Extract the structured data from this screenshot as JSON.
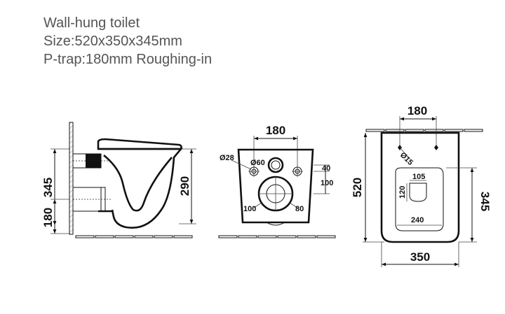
{
  "header": {
    "title": "Wall-hung toilet",
    "size": "Size:520x350x345mm",
    "ptrap": "P-trap:180mm Roughing-in"
  },
  "side_view": {
    "dim_345": "345",
    "dim_180": "180",
    "dim_290": "290"
  },
  "rear_view": {
    "dim_180": "180",
    "dim_d28": "Ø28",
    "dim_d60": "Ø60",
    "dim_40": "40",
    "dim_100_right": "100",
    "dim_100_left": "100",
    "dim_80": "80"
  },
  "top_view": {
    "dim_180": "180",
    "dim_d15": "Ø15",
    "dim_520": "520",
    "dim_105": "105",
    "dim_120": "120",
    "dim_345": "345",
    "dim_240": "240",
    "dim_350": "350"
  }
}
